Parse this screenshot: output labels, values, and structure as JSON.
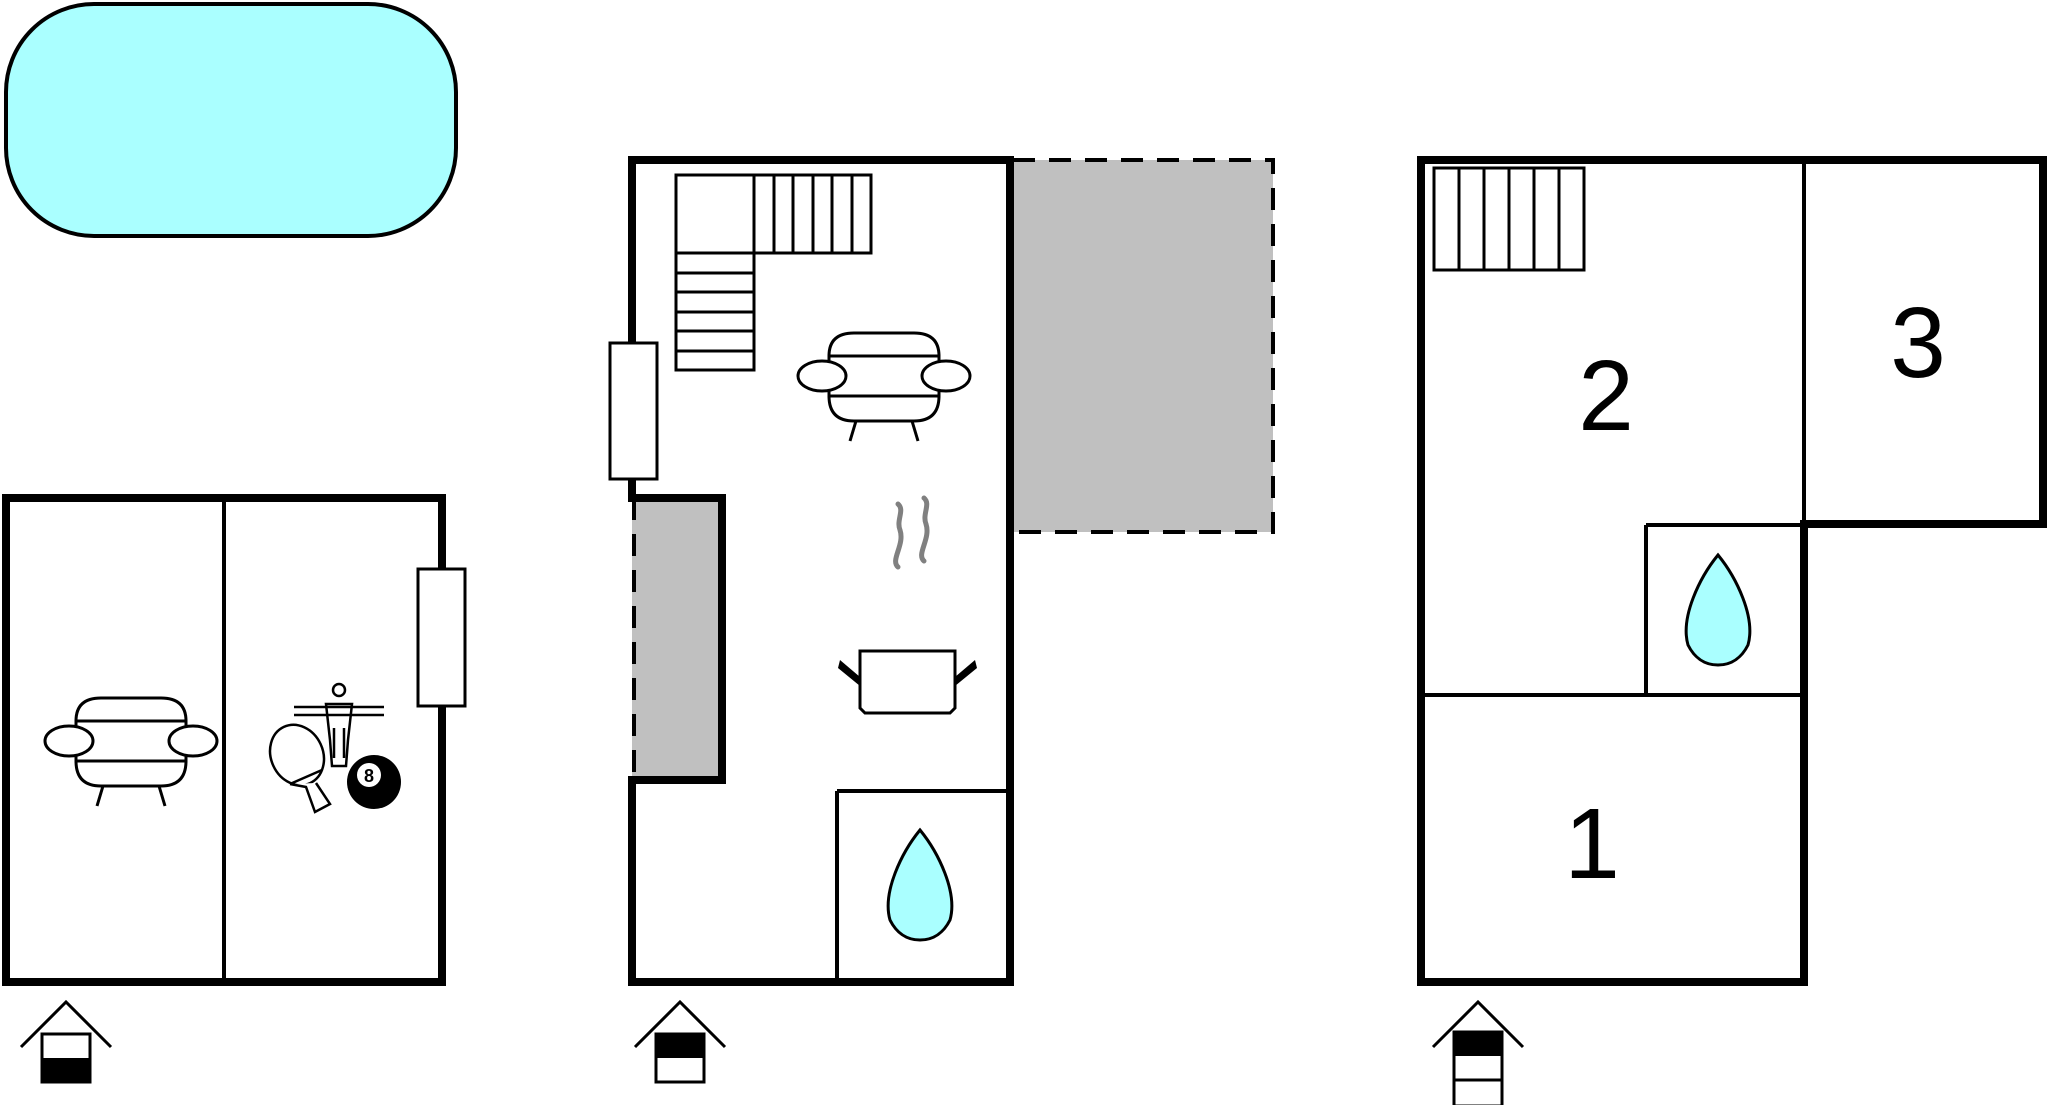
{
  "colors": {
    "water": "#aaffff",
    "terrace": "#c0c0c0",
    "wall": "#000000",
    "background": "#ffffff",
    "steam": "#808080"
  },
  "icons": [
    "pool",
    "sofa-icon",
    "ping-pong-icon",
    "table-football-icon",
    "billiard-ball-icon",
    "stairs-icon",
    "cooking-pot-icon",
    "water-drop-icon",
    "floor-level-icon"
  ],
  "billiard_ball": {
    "label": "8"
  },
  "floors": [
    {
      "level": "basement",
      "level_indicator": 1
    },
    {
      "level": "ground",
      "level_indicator": 2
    },
    {
      "level": "upper",
      "level_indicator": 3,
      "rooms": [
        {
          "label": "1"
        },
        {
          "label": "2"
        },
        {
          "label": "3"
        }
      ]
    }
  ]
}
